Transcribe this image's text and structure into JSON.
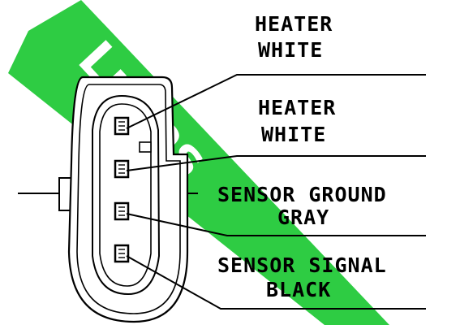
{
  "watermark": {
    "text": "Lucas",
    "band_color": "#2ecc43"
  },
  "connector": {
    "pin_count": 4
  },
  "labels": [
    {
      "line1": "HEATER",
      "line2": "WHITE"
    },
    {
      "line1": "HEATER",
      "line2": "WHITE"
    },
    {
      "line1": "SENSOR GROUND",
      "line2": "GRAY"
    },
    {
      "line1": "SENSOR SIGNAL",
      "line2": "BLACK"
    }
  ]
}
